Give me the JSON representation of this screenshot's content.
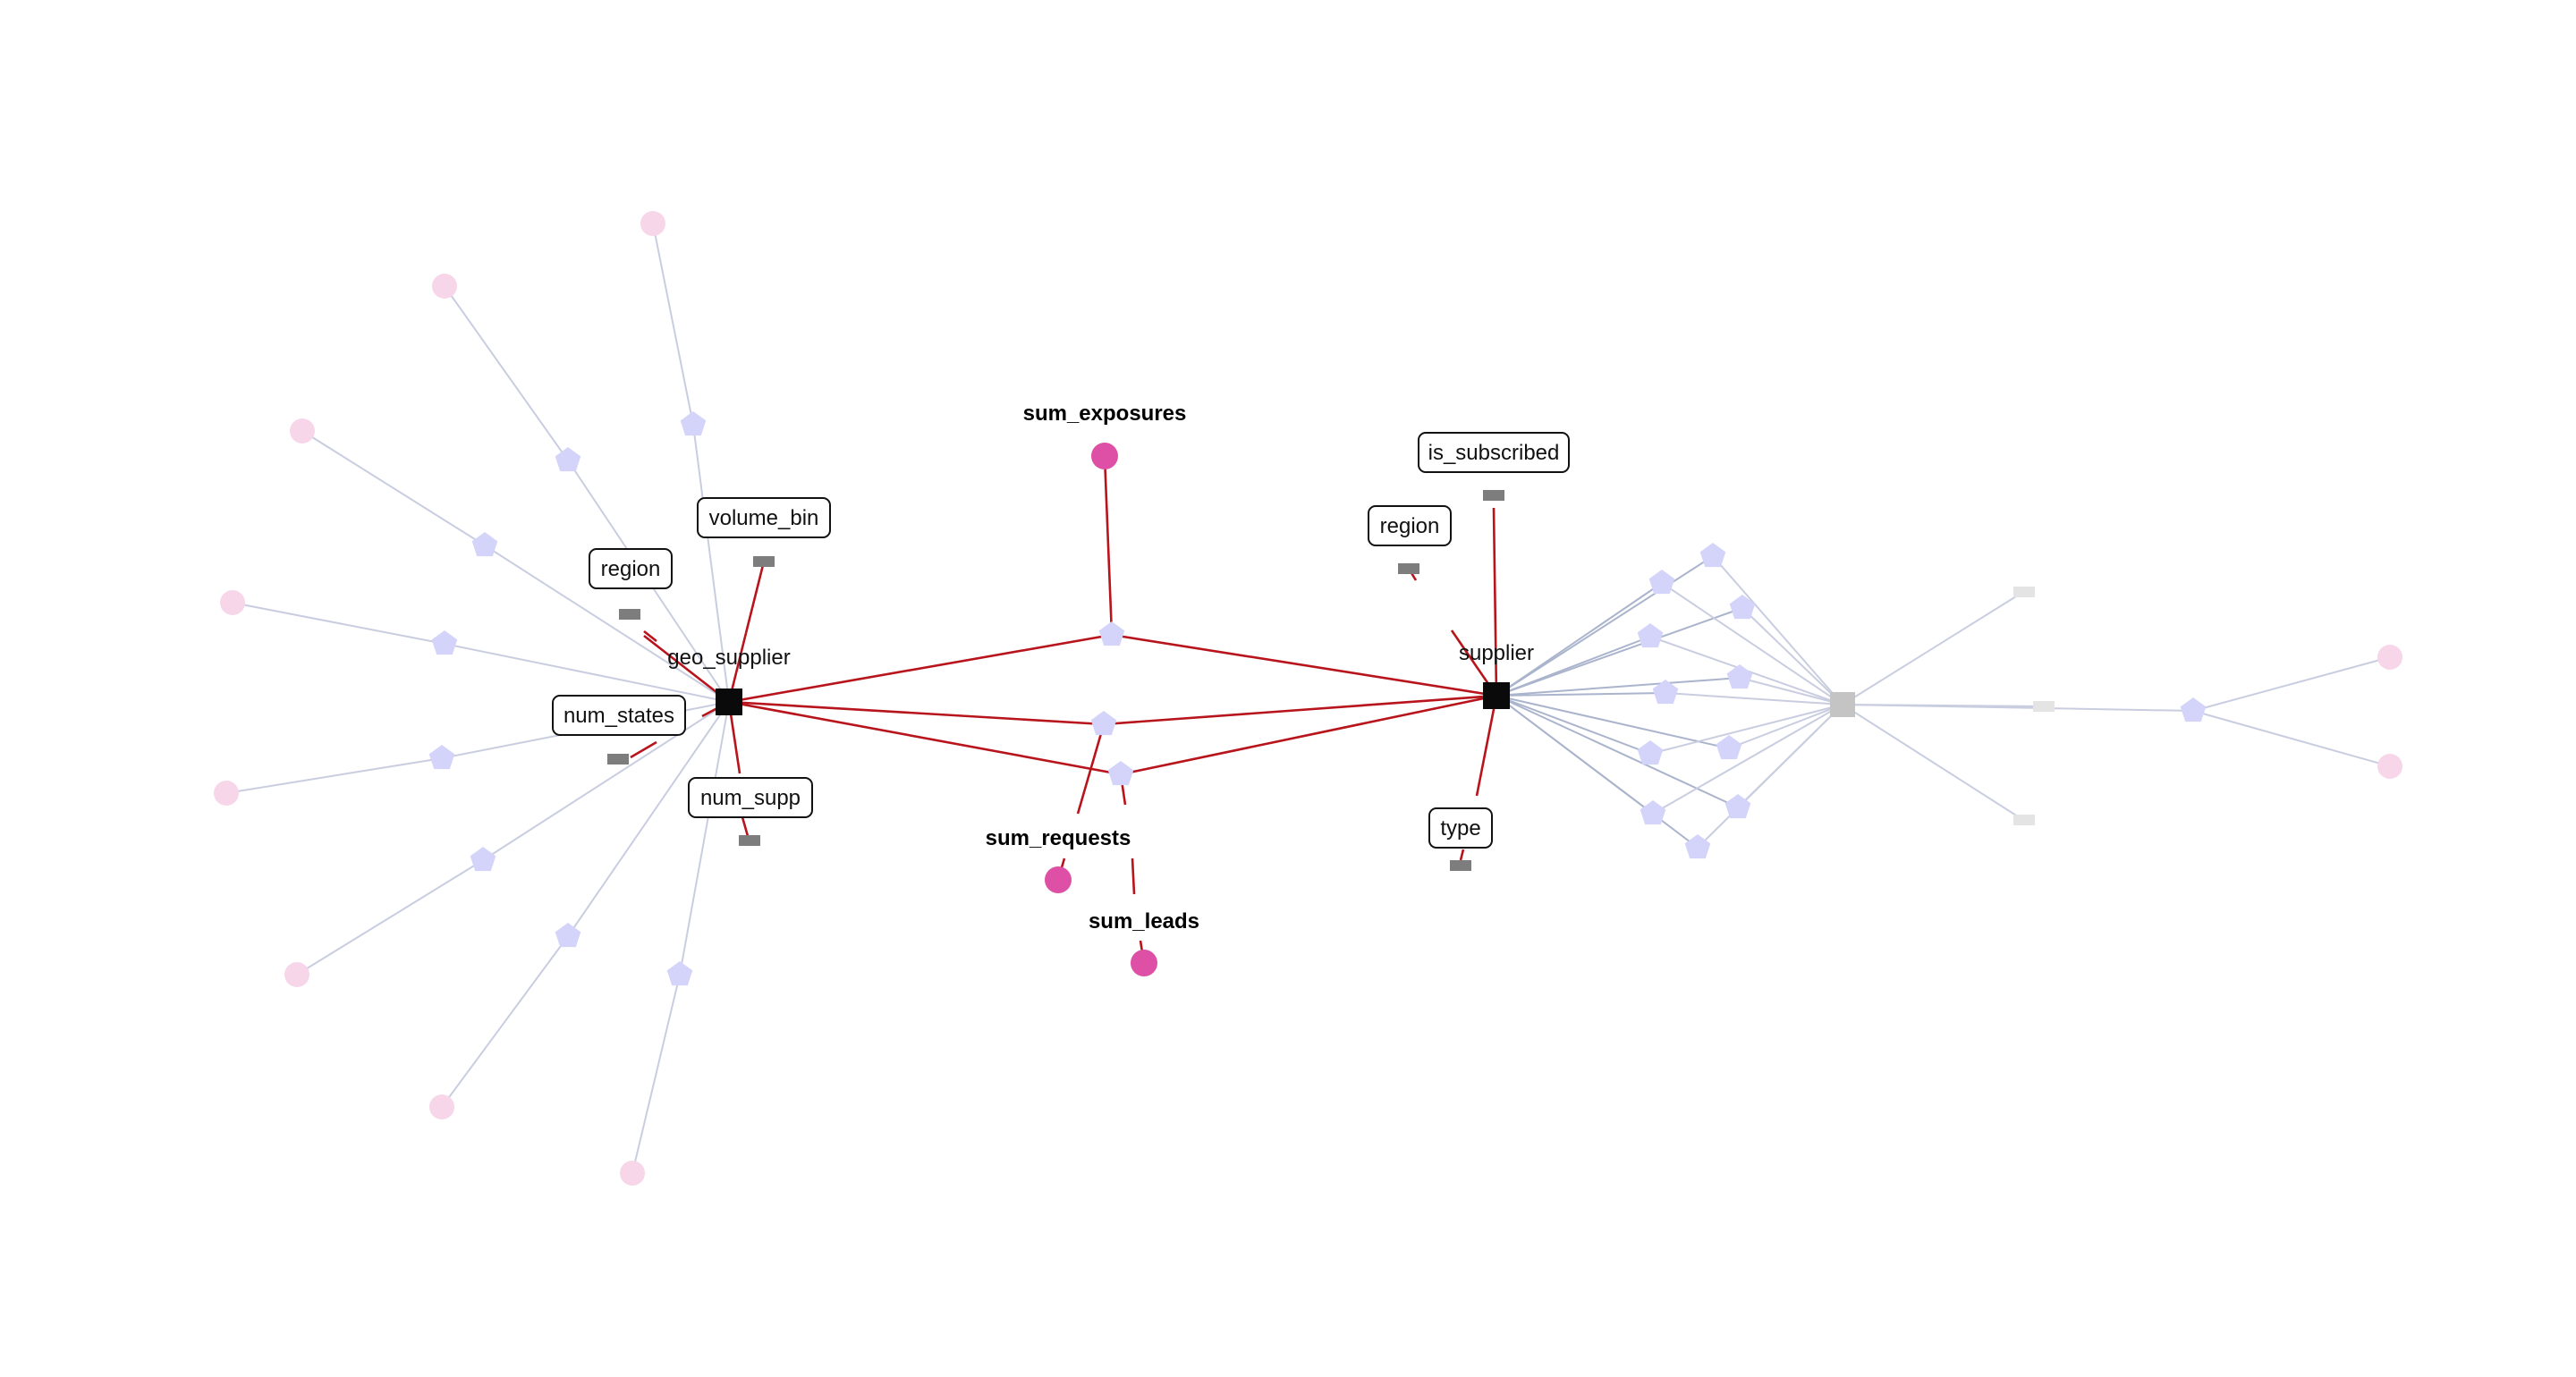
{
  "graph": {
    "entities": {
      "geo_supplier": "geo_supplier",
      "supplier": "supplier"
    },
    "metrics": {
      "sum_exposures": "sum_exposures",
      "sum_requests": "sum_requests",
      "sum_leads": "sum_leads"
    },
    "attributes": {
      "geo_region": "region",
      "volume_bin": "volume_bin",
      "num_states": "num_states",
      "num_supp": "num_supp",
      "supplier_region": "region",
      "is_subscribed": "is_subscribed",
      "type": "type"
    }
  },
  "colors": {
    "active_edge": "#b8141c",
    "faded_edge": "#c9cde0",
    "entity": "#0a0a0a",
    "metric": "#de4fa6",
    "metric_faded": "#f7d6ea",
    "join_node": "#d4d4fb",
    "attribute_node": "#7d7d7d"
  }
}
